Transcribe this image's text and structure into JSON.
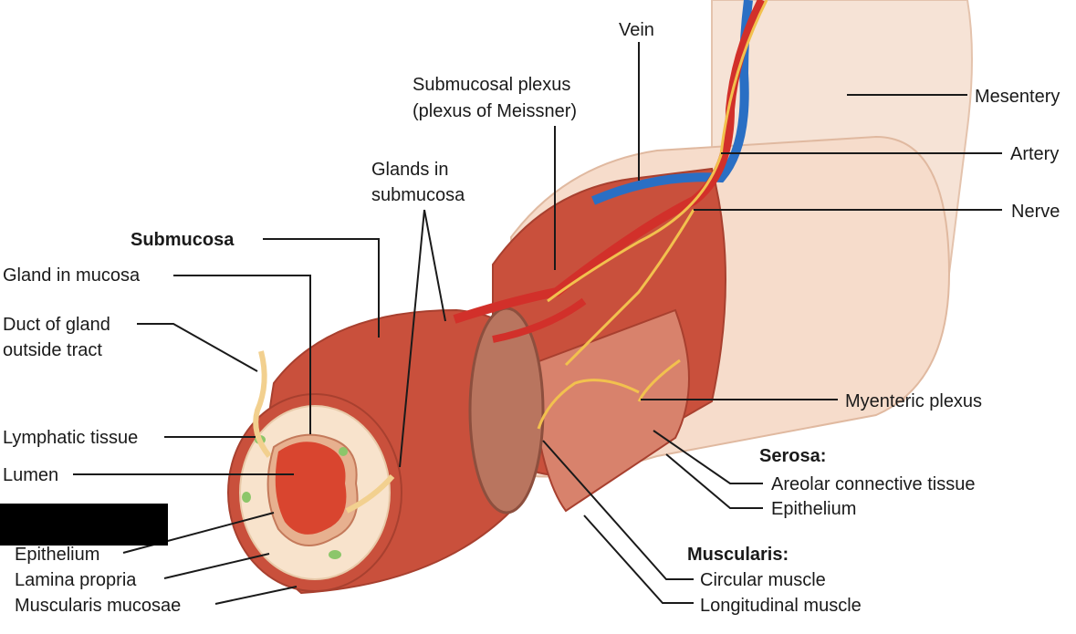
{
  "labels": {
    "vein": "Vein",
    "submucosal_plexus_1": "Submucosal plexus",
    "submucosal_plexus_2": "(plexus of Meissner)",
    "mesentery": "Mesentery",
    "glands_submucosa_1": "Glands in",
    "glands_submucosa_2": "submucosa",
    "artery": "Artery",
    "nerve": "Nerve",
    "submucosa": "Submucosa",
    "gland_mucosa": "Gland in mucosa",
    "duct_1": "Duct of gland",
    "duct_2": "outside tract",
    "myenteric": "Myenteric plexus",
    "lymphatic": "Lymphatic tissue",
    "serosa": "Serosa:",
    "lumen": "Lumen",
    "areolar": "Areolar connective tissue",
    "serosa_epithelium": "Epithelium",
    "mucosa_epithelium": "Epithelium",
    "muscularis": "Muscularis:",
    "lamina_propria": "Lamina propria",
    "circular": "Circular muscle",
    "muscularis_mucosae": "Muscularis mucosae",
    "longitudinal": "Longitudinal muscle"
  },
  "colors": {
    "muscle": "#c9503c",
    "muscle_dark": "#a8402f",
    "serosa": "#f6dccb",
    "mucosa_cream": "#f8e3cc",
    "lumen": "#d9452f",
    "artery": "#d2302a",
    "vein": "#2a6fc4",
    "nerve": "#f2c14e",
    "lymph": "#8cc66a"
  }
}
